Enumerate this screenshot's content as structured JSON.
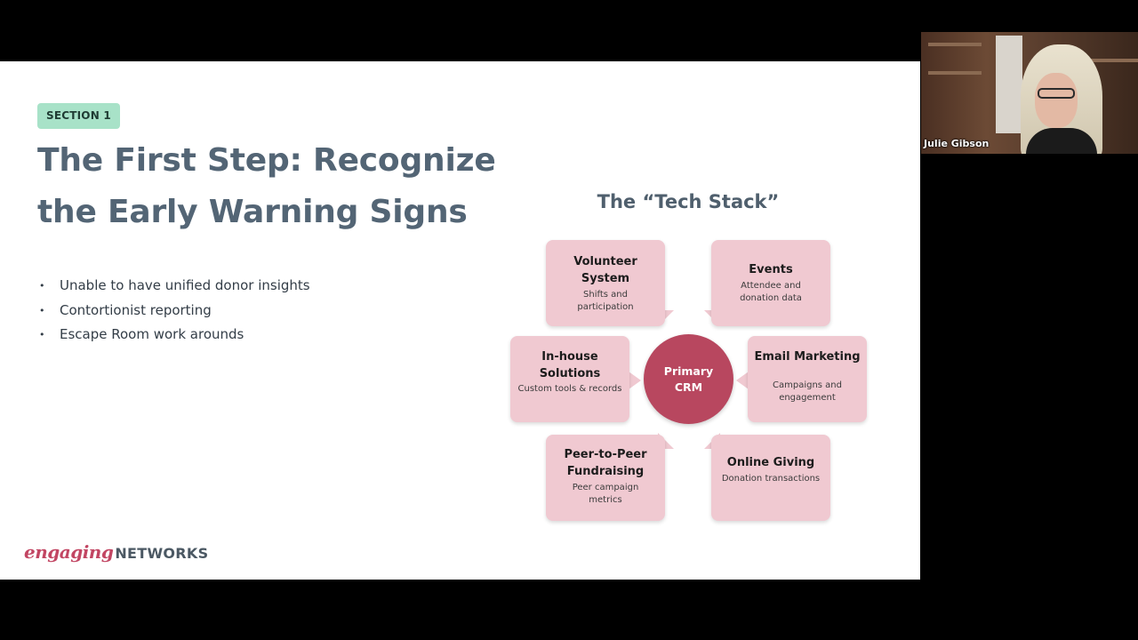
{
  "slide": {
    "section_label": "SECTION 1",
    "title_line1": "The First Step: Recognize",
    "title_line2": "the Early Warning Signs",
    "bullets": [
      "Unable to have unified donor insights",
      "Contortionist reporting",
      "Escape Room work arounds"
    ],
    "bullet_glyph": "•",
    "diagram": {
      "title": "The “Tech Stack”",
      "center": {
        "line1": "Primary",
        "line2": "CRM"
      },
      "volunteer": {
        "head1": "Volunteer",
        "head2": "System",
        "sub1": "Shifts and",
        "sub2": "participation"
      },
      "events": {
        "head1": "Events",
        "sub1": "Attendee and",
        "sub2": "donation data"
      },
      "inhouse": {
        "head1": "In-house",
        "head2": "Solutions",
        "sub1": "Custom tools & records"
      },
      "email": {
        "head1": "Email Marketing",
        "sub1": "Campaigns and",
        "sub2": "engagement"
      },
      "p2p": {
        "head1": "Peer-to-Peer",
        "head2": "Fundraising",
        "sub1": "Peer campaign",
        "sub2": "metrics"
      },
      "giving": {
        "head1": "Online Giving",
        "sub1": "Donation transactions"
      }
    },
    "logo": {
      "part1": "engaging",
      "part2": "NETWORKS"
    },
    "colors": {
      "card": "#f0c9d1",
      "crm": "#b8475f",
      "badge": "#a8e2c8",
      "title": "#536575",
      "logo_accent": "#c24663"
    }
  },
  "video_tile": {
    "participant_name": "Julie Gibson"
  }
}
